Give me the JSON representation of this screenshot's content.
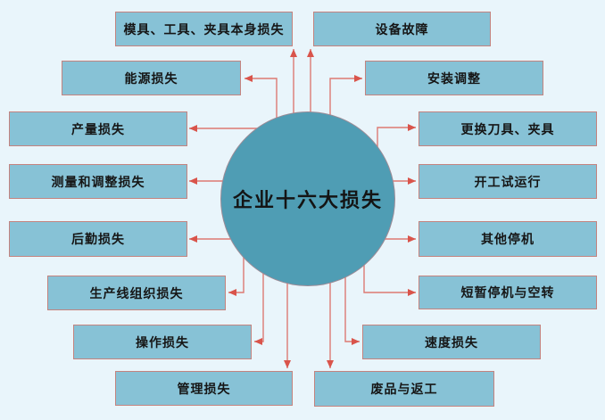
{
  "diagram": {
    "center": {
      "label": "企业十六大损失"
    },
    "nodes": [
      {
        "label": "模具、工具、夹具本身损失"
      },
      {
        "label": "设备故障"
      },
      {
        "label": "能源损失"
      },
      {
        "label": "安装调整"
      },
      {
        "label": "产量损失"
      },
      {
        "label": "更换刀具、夹具"
      },
      {
        "label": "测量和调整损失"
      },
      {
        "label": "开工试运行"
      },
      {
        "label": "后勤损失"
      },
      {
        "label": "其他停机"
      },
      {
        "label": "生产线组织损失"
      },
      {
        "label": "短暂停机与空转"
      },
      {
        "label": "操作损失"
      },
      {
        "label": "速度损失"
      },
      {
        "label": "管理损失"
      },
      {
        "label": "废品与返工"
      }
    ],
    "colors": {
      "background": "#e9f5fb",
      "node_fill": "#87c2d6",
      "node_border": "#c4837f",
      "center_fill": "#4f9db4",
      "center_border": "#9d8b96",
      "arrow_line": "#dd7a73",
      "arrow_head": "#d9544b",
      "text": "#161616"
    }
  }
}
